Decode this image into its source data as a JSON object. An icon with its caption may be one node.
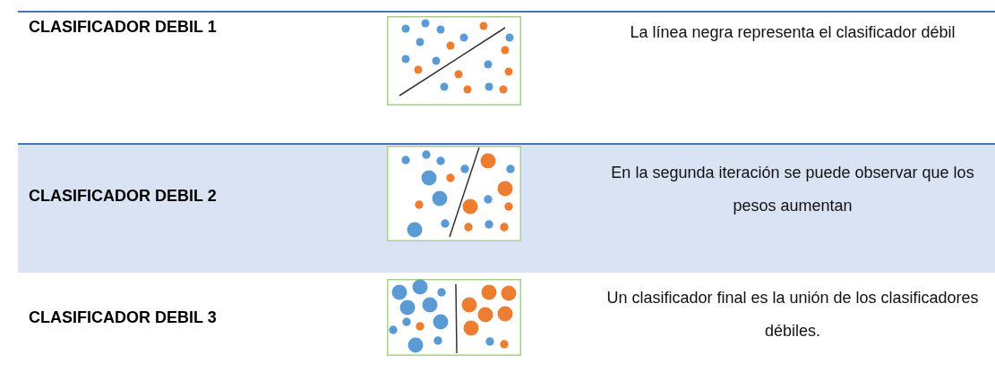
{
  "diagram": {
    "labels": [
      "CLASIFICADOR DEBIL 1",
      "La línea negra representa el clasificador débil",
      "CLASIFICADOR DEBIL 2",
      "En la segunda iteración se puede observar que los pesos aumentan",
      "CLASIFICADOR DEBIL 3",
      "Un clasificador final es la unión de los clasificadores débiles."
    ]
  }
}
